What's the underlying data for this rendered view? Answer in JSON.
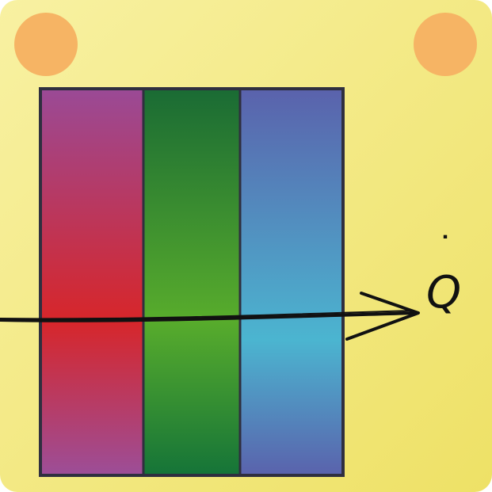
{
  "card": {
    "background_top": "#f8f1a2",
    "background_bottom": "#eee166",
    "corner_dots_color": "#f6b464"
  },
  "stack": {
    "border_color": "#2f2f3f",
    "layers": [
      {
        "name": "red-layer",
        "color_top": "#9a4a96",
        "color_mid": "#d7262a",
        "color_bottom": "#9c4e98"
      },
      {
        "name": "green-layer",
        "color_top": "#1a6b34",
        "color_mid": "#58ac2c",
        "color_bottom": "#157438"
      },
      {
        "name": "blue-layer",
        "color_top": "#5a62ac",
        "color_mid": "#4bb5d0",
        "color_bottom": "#5a62ac"
      }
    ]
  },
  "arrow": {
    "color": "#111111"
  },
  "heat_symbol": {
    "label": "Q",
    "dot": "˙",
    "color": "#111111"
  }
}
